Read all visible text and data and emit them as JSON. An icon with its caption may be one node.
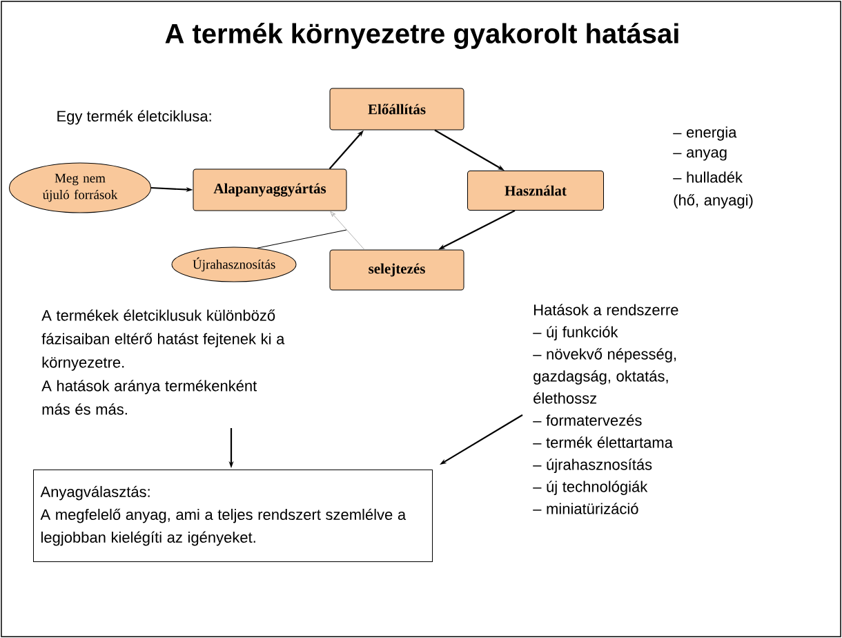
{
  "diagram": {
    "title": "A termék környezetre gyakorolt hatásai",
    "nodes": [
      {
        "text": [
          "Előállítás"
        ]
      },
      {
        "text": [
          "Meg nem újuló források"
        ]
      },
      {
        "text": [
          "Alapanyaggyártás"
        ]
      },
      {
        "text": [
          "Használat"
        ]
      },
      {
        "text": [
          "Újrahasznosítás"
        ]
      },
      {
        "text": [
          "selejtezés"
        ]
      },
      {
        "text": [
          "A termékek életciklusuk különböző fázisaiban eltérő hatást fejtenek ki a környezetre.",
          "A hatások aránya termékenként más és más."
        ]
      },
      {
        "text": [
          "Anyagválasztás:",
          "A megfelelő anyag, ami a teljes rendszert szemlélve a legjobban kielégíti az igényeket."
        ]
      },
      {
        "text": [
          "Hatások a rendszerre",
          "– új funkciók",
          "– növekvő népesség, gazdagság, oktatás, élethossz",
          "– formatervezés",
          "– termék élettartama",
          "– újrahasznosítás",
          "– új technológiák",
          "– miniatürizáció"
        ]
      }
    ],
    "edges": [
      {
        "from": 1,
        "to": 2,
        "arrow": "to"
      },
      {
        "from": 2,
        "to": 0,
        "arrow": "to"
      },
      {
        "from": 0,
        "to": 3,
        "arrow": "to"
      },
      {
        "from": 3,
        "to": 5,
        "arrow": "to"
      },
      {
        "from": 5,
        "to": 2,
        "arrow": "to",
        "color": "#a0a0a0"
      },
      {
        "from": 4,
        "to": null,
        "arrow": "none"
      },
      {
        "from": 6,
        "to": 7,
        "arrow": "to"
      },
      {
        "from": 8,
        "to": 7,
        "arrow": "to"
      }
    ],
    "labels": [
      "Egy termék életciklusa:",
      "– energia",
      "– anyag",
      "– hulladék (hő, anyagi)"
    ]
  }
}
